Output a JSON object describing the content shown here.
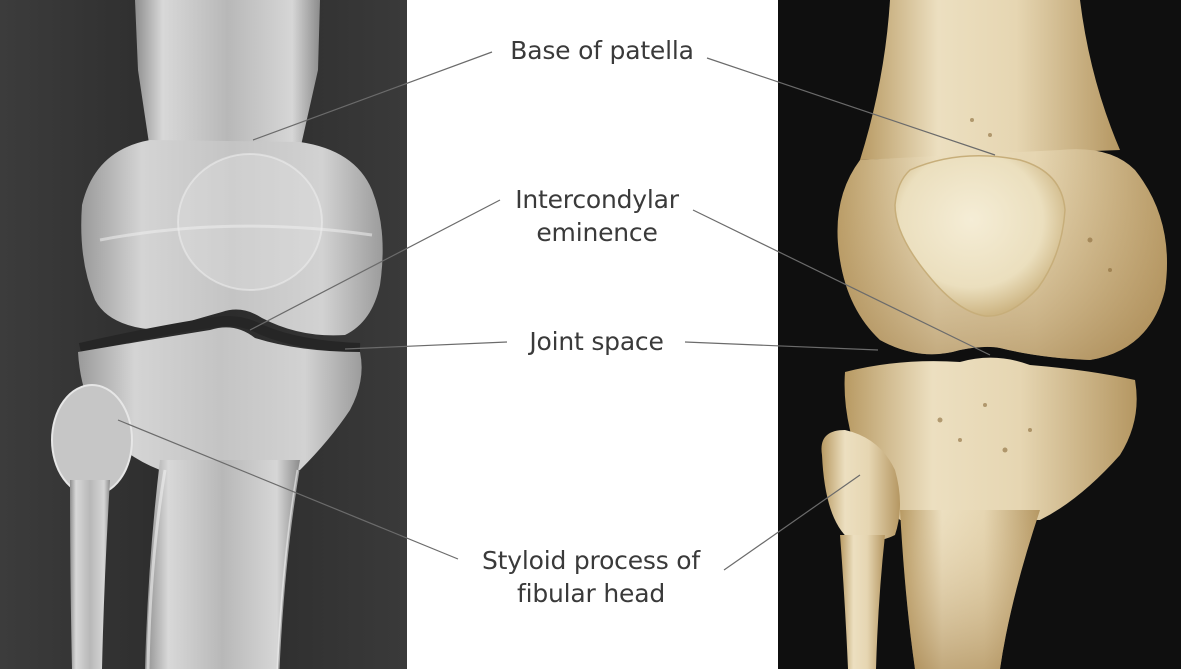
{
  "labels": {
    "base_of_patella": "Base of patella",
    "intercondylar_eminence_line1": "Intercondylar",
    "intercondylar_eminence_line2": "eminence",
    "joint_space": "Joint space",
    "styloid_process_line1": "Styloid process of",
    "styloid_process_line2": "fibular head"
  },
  "colors": {
    "label_text": "#3a3a3a",
    "leader_line": "#6b6b6b",
    "xray_background": "#2b2b2b",
    "bone_model_background": "#111111",
    "bone": "#e8dcbc"
  }
}
